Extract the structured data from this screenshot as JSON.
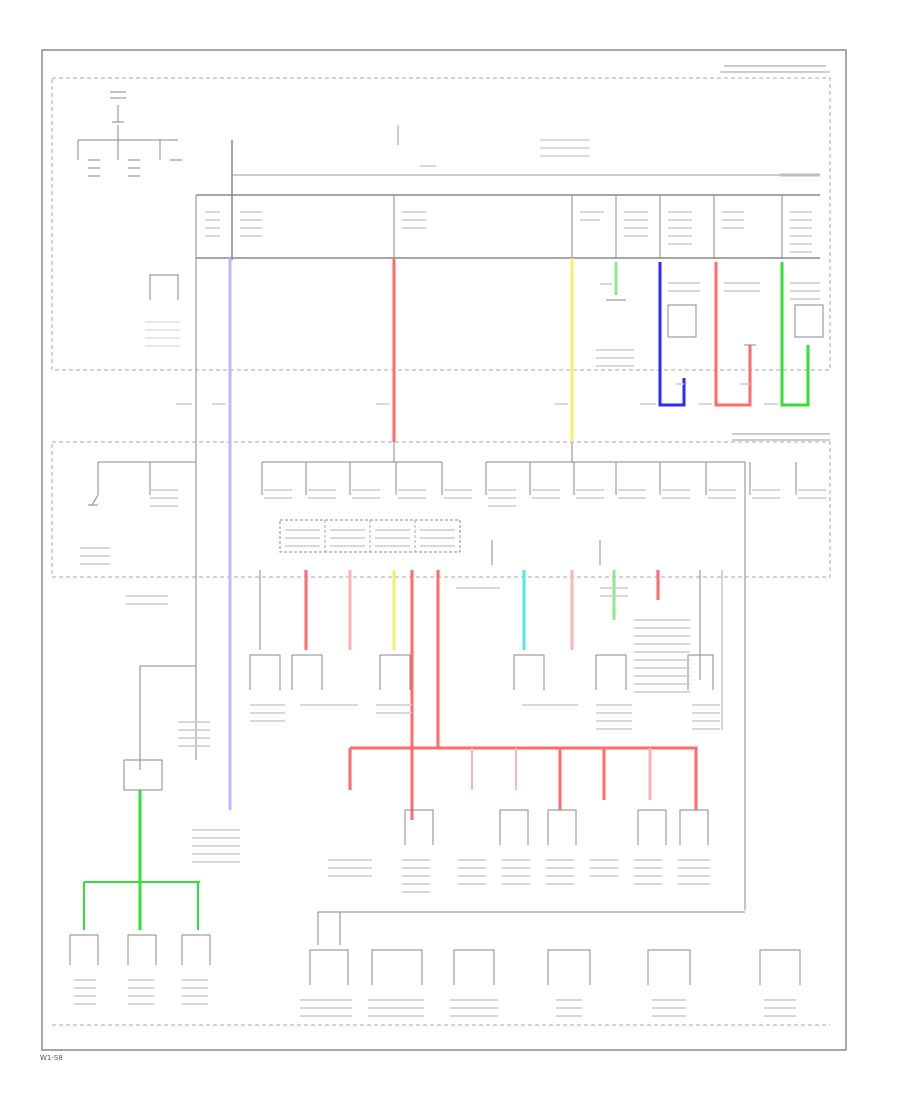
{
  "page_label": "W1-S8",
  "colors": {
    "wire_blue_light": "#b9b9ff",
    "wire_red": "#ff6b6b",
    "wire_red_light": "#ffb3b3",
    "wire_yellow": "#f2f26a",
    "wire_green": "#33e033",
    "wire_green_light": "#8ee88e",
    "wire_blue": "#2a2aff",
    "wire_cyan": "#55e6e6",
    "wire_gray": "#555555",
    "frame": "#888888"
  },
  "icons": [
    "fuse-symbol",
    "relay-symbol",
    "connector-symbol",
    "ground-symbol"
  ]
}
